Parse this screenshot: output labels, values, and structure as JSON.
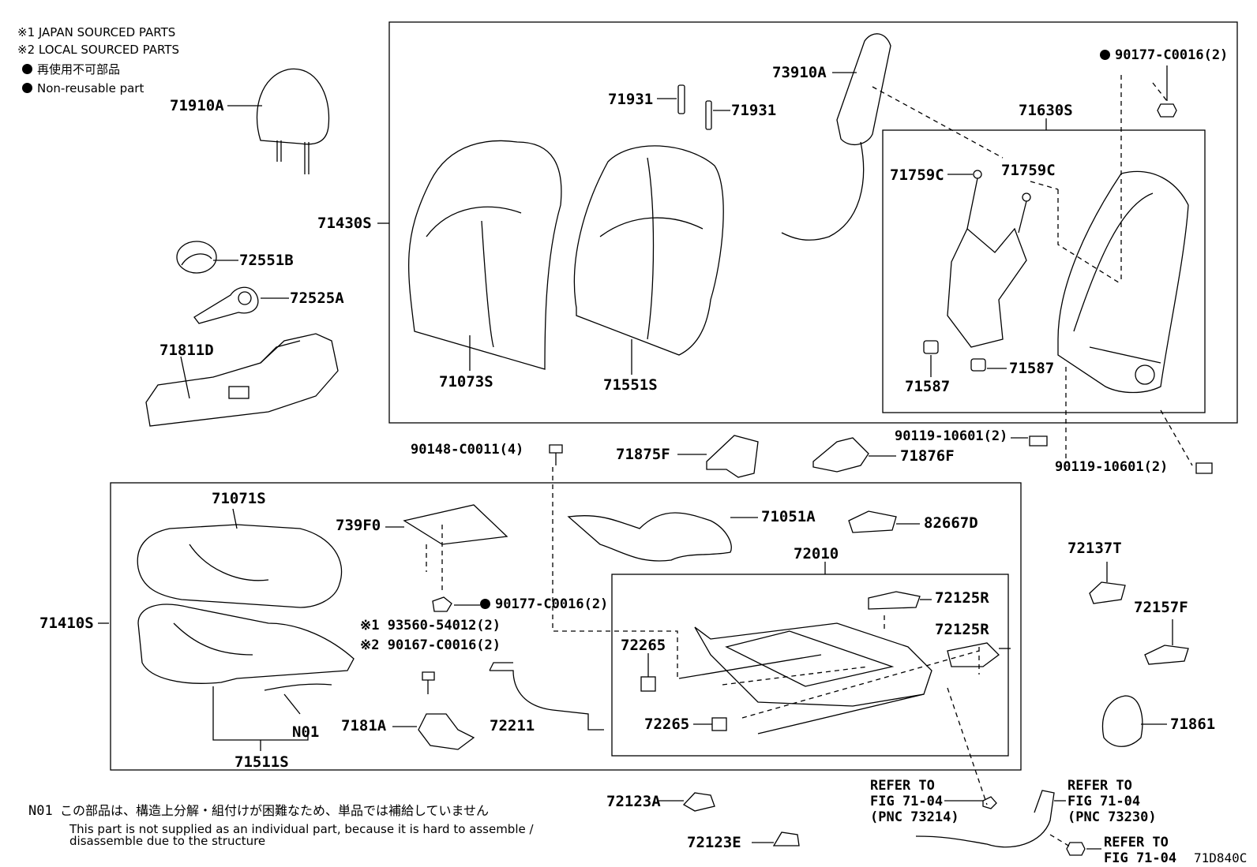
{
  "legend": {
    "japan": "※1 JAPAN SOURCED PARTS",
    "local": "※2 LOCAL SOURCED PARTS",
    "nonreuse_jp": "再使用不可部品",
    "nonreuse_en": "Non-reusable part"
  },
  "labels": {
    "p71910A": "71910A",
    "p72551B": "72551B",
    "p72525A": "72525A",
    "p71811D": "71811D",
    "p71430S": "71430S",
    "p71073S": "71073S",
    "p71551S": "71551S",
    "p71931a": "71931",
    "p71931b": "71931",
    "p73910A": "73910A",
    "p90177_top": "90177-C0016(2)",
    "p71630S": "71630S",
    "p71759Ca": "71759C",
    "p71759Cb": "71759C",
    "p71587a": "71587",
    "p71587b": "71587",
    "p90119a": "90119-10601(2)",
    "p90119b": "90119-10601(2)",
    "p90148": "90148-C0011(4)",
    "p71875F": "71875F",
    "p71876F": "71876F",
    "p71071S": "71071S",
    "p739F0": "739F0",
    "p71051A": "71051A",
    "p82667D": "82667D",
    "p72010": "72010",
    "p72137T": "72137T",
    "p71410S": "71410S",
    "p90177_mid": "90177-C0016(2)",
    "p72125Ra": "72125R",
    "p72125Rb": "72125R",
    "p72157F": "72157F",
    "p93560": "※1 93560-54012(2)",
    "p90167": "※2 90167-C0016(2)",
    "p72265a": "72265",
    "p72265b": "72265",
    "p7181A": "7181A",
    "p72211": "72211",
    "pN01": "N01",
    "p71511S": "71511S",
    "p71861": "71861",
    "p72123A": "72123A",
    "p72123E": "72123E"
  },
  "refs": {
    "ref1_l1": "REFER TO",
    "ref1_l2": "FIG 71-04",
    "ref1_l3": "(PNC 73214)",
    "ref2_l1": "REFER TO",
    "ref2_l2": "FIG 71-04",
    "ref2_l3": "(PNC 73230)",
    "ref3_l1": "REFER TO",
    "ref3_l2": "FIG 71-04"
  },
  "footnote": {
    "code": "N01",
    "jp": "この部品は、構造上分解・組付けが困難なため、単品では補給していません",
    "en1": "This part is not supplied as an individual part, because it is hard to assemble /",
    "en2": "disassemble due to the structure"
  },
  "figure_id": "71D840C"
}
